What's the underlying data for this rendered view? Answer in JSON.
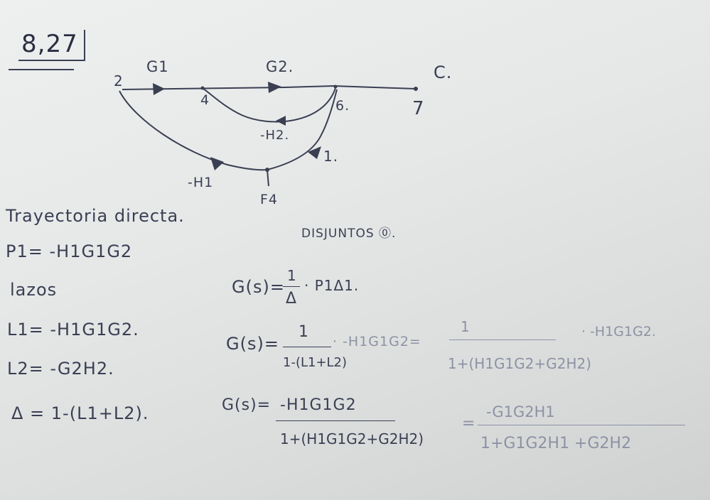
{
  "problem_number": "8,27",
  "diagram": {
    "nodes": {
      "n2": "2",
      "n4": "4",
      "n6": "6.",
      "n7": "7",
      "f4": "F4"
    },
    "branches": {
      "g1": "G1",
      "g2": "G2.",
      "c": "C.",
      "neg_h2": "-H2.",
      "neg_h1": "-H1",
      "one": "1."
    }
  },
  "notes": {
    "trayectoria": "Trayectoria directa.",
    "disjuntos": "DISJUNTOS ⓪.",
    "p1": "P1= -H1G1G2",
    "lazos": "lazos",
    "l1": "L1= -H1G1G2.",
    "l2": "L2= -G2H2.",
    "delta": "Δ = 1-(L1+L2).",
    "gs1_lhs": "G(s)=",
    "gs1_num": "1",
    "gs1_den": "Δ",
    "gs1_rest": "· P1Δ1.",
    "gs2_lhs": "G(s)=",
    "gs2_num": "1",
    "gs2_den": "1-(L1+L2)",
    "gs2_rest": "· -H1G1G2=",
    "gs2_num2": "1",
    "gs2_den2": "1+(H1G1G2+G2H2)",
    "gs2_rest2": "· -H1G1G2.",
    "gs3_lhs": "G(s)=",
    "gs3_num": "-H1G1G2",
    "gs3_den": "1+(H1G1G2+G2H2)",
    "gs3_eq": "=",
    "gs3_num2": "-G1G2H1",
    "gs3_den2": "1+G1G2H1 +G2H2"
  }
}
